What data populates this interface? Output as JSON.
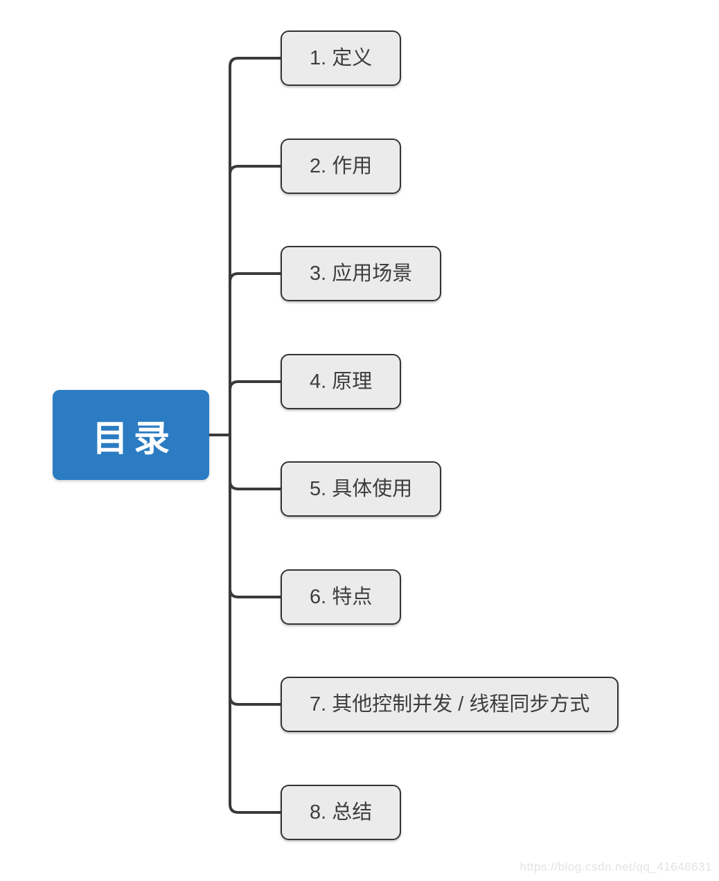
{
  "diagram": {
    "type": "mindmap",
    "root": {
      "label": "目录"
    },
    "children": [
      {
        "label": "1. 定义"
      },
      {
        "label": "2. 作用"
      },
      {
        "label": "3. 应用场景"
      },
      {
        "label": "4. 原理"
      },
      {
        "label": "5. 具体使用"
      },
      {
        "label": "6. 特点"
      },
      {
        "label": "7. 其他控制并发 / 线程同步方式"
      },
      {
        "label": "8. 总结"
      }
    ],
    "colors": {
      "background": "#ffffff",
      "root_fill": "#2b7cc2",
      "root_text": "#ffffff",
      "child_fill": "#ebebeb",
      "child_border": "#333333",
      "child_text": "#3d3d3d",
      "connector": "#3a3a3a",
      "watermark_text": "#e3e3e3"
    }
  },
  "watermark": {
    "text": "https://blog.csdn.net/qq_41648631"
  }
}
